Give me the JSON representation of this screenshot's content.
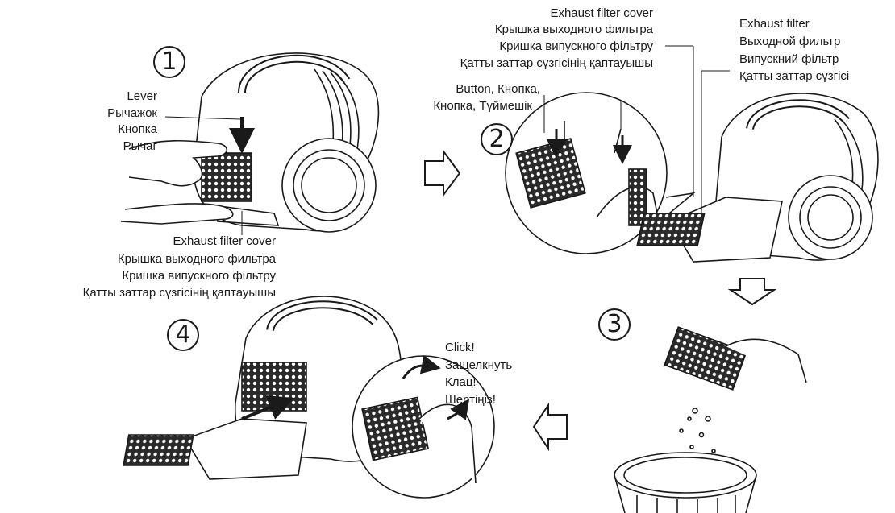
{
  "steps": {
    "s1": "1",
    "s2": "2",
    "s3": "3",
    "s4": "4"
  },
  "step1": {
    "lever_labels": [
      "Lever",
      "Рычажок",
      "Кнопка",
      "Рычаг"
    ],
    "cover_labels": [
      "Exhaust filter cover",
      "Крышка выходного фильтра",
      "Кришка випускного фільтру",
      "Қатты заттар сүзгісінің қаптауышы"
    ]
  },
  "step2": {
    "cover_labels": [
      "Exhaust filter cover",
      "Крышка выходного фильтра",
      "Кришка випускного фільтру",
      "Қатты заттар сүзгісінің қаптауышы"
    ],
    "button_labels": [
      "Button, Кнопка,",
      "Кнопка, Түймешік"
    ],
    "filter_labels": [
      "Exhaust filter",
      "Выходной фильтр",
      "Випускний фільтр",
      "Қатты заттар сүзгісі"
    ]
  },
  "step4": {
    "click_labels": [
      "Click!",
      "Защелкнуть",
      "Клац!",
      "Шертіңіз!"
    ]
  },
  "colors": {
    "line": "#1a1a1a",
    "background": "#ffffff",
    "filter_mesh": "#2a2a2a"
  }
}
